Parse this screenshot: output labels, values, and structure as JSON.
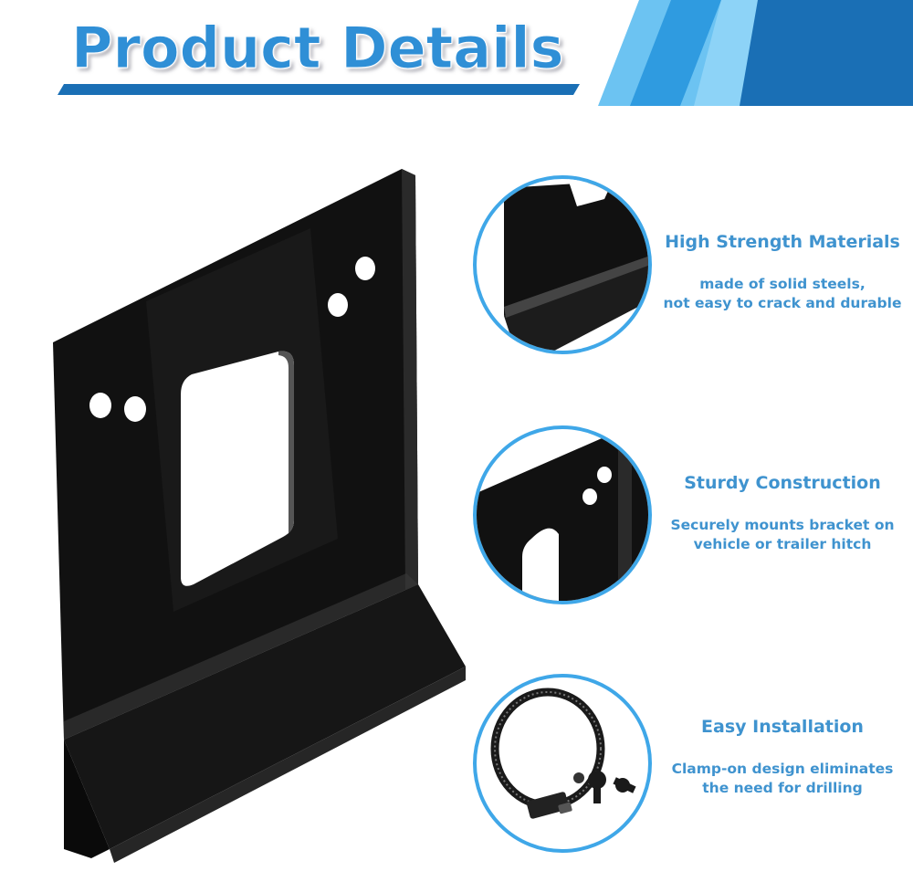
{
  "banner": {
    "title": "Product Details",
    "colors": {
      "dark_blue": "#1a6fb5",
      "mid_blue": "#2f9be0",
      "light_blue": "#6cc3f2"
    }
  },
  "features": [
    {
      "title": "High Strength Materials",
      "description_line1": "made of solid steels,",
      "description_line2": "not easy to crack and durable",
      "icon": "bracket-corner-closeup"
    },
    {
      "title": "Sturdy Construction",
      "description_line1": "Securely mounts bracket on",
      "description_line2": "vehicle or trailer hitch",
      "icon": "bracket-holes-closeup"
    },
    {
      "title": "Easy Installation",
      "description_line1": "Clamp-on design eliminates",
      "description_line2": "the need for drilling",
      "icon": "hose-clamp-and-screws"
    }
  ],
  "colors": {
    "accent": "#3fa7e8",
    "text_blue": "#3f93cf",
    "bracket": "#0d0d0d"
  }
}
